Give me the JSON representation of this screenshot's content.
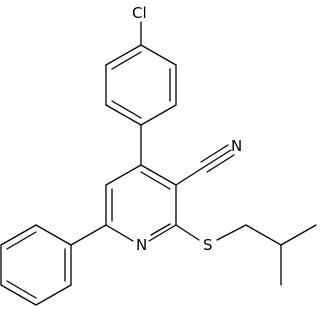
{
  "atoms": {
    "chlorine": "Cl",
    "nitrile_nitrogen": "N",
    "pyridine_nitrogen": "N",
    "sulfur": "S"
  },
  "colors": {
    "background": "#ffffff",
    "ink": "#000000"
  }
}
